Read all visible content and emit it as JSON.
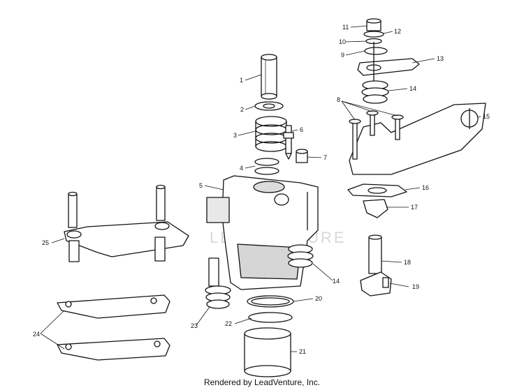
{
  "diagram": {
    "watermark": "LEADVENTURE",
    "footer": "Rendered by LeadVenture, Inc.",
    "callouts": {
      "c1": "1",
      "c2": "2",
      "c3": "3",
      "c4": "4",
      "c5": "5",
      "c6": "6",
      "c7": "7",
      "c8": "8",
      "c9": "9",
      "c10": "10",
      "c11": "11",
      "c12": "12",
      "c13": "13",
      "c14a": "14",
      "c14b": "14",
      "c15": "15",
      "c16": "16",
      "c17": "17",
      "c18": "18",
      "c19": "19",
      "c20": "20",
      "c21": "21",
      "c22": "22",
      "c23": "23",
      "c24": "24",
      "c25": "25"
    }
  }
}
